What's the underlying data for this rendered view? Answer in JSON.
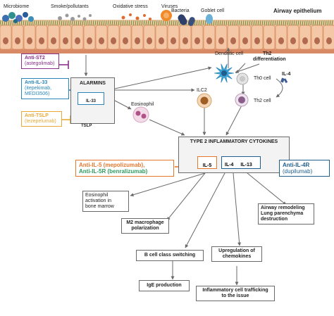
{
  "epithelium": {
    "top_labels": [
      "Microbiome",
      "Smoke/pollutants",
      "Oxidative stress",
      "Viruses",
      "Bacteria",
      "Goblet cell"
    ],
    "airway_label": "Airway epithelium"
  },
  "alarmins": {
    "title": "ALARMINS",
    "il33": "IL-33",
    "tslp": "TSLP"
  },
  "drugs": {
    "anti_st2": {
      "name": "Anti-ST2",
      "agent": "(astegolimab)",
      "color": "#8b2f8b"
    },
    "anti_il33": {
      "name": "Anti-IL-33",
      "agent1": "(itepekimab,",
      "agent2": "MEDI3506)",
      "color": "#2a86b8"
    },
    "anti_tslp": {
      "name": "Anti-TSLP",
      "agent": "(tezepelumab)",
      "color": "#e8a93a"
    },
    "anti_il5": {
      "line1": "Anti-IL-5 (mepolizumab),",
      "line2": "Anti-IL-5R (benralizumab)",
      "color1": "#e8772e",
      "color2": "#2e9b5f"
    },
    "anti_il4r": {
      "name": "Anti-IL-4R",
      "agent": "(dupilumab)",
      "color": "#1f5f8f"
    }
  },
  "cells": {
    "dendritic": "Dendritic cell",
    "th2_diff_1": "Th2",
    "th2_diff_2": "differentiation",
    "th0": "Th0 cell",
    "il4_small": "IL-4",
    "th2": "Th2 cell",
    "ilc2": "ILC2",
    "eosinophil": "Eosinophil"
  },
  "cytokines": {
    "title": "TYPE 2 INFLAMMATORY CYTOKINES",
    "il5": "IL-5",
    "il4": "IL-4",
    "il13": "IL-13"
  },
  "outcomes": {
    "eos_act": [
      "Eosinophil",
      "activation in",
      "bone marrow"
    ],
    "m2": [
      "M2 macrophage",
      "polarization"
    ],
    "airway_remodel": [
      "Airway remodeling",
      "Lung parenchyma",
      "destruction"
    ],
    "bcell": "B cell class switching",
    "chemokines": [
      "Upregulation of",
      "chemokines"
    ],
    "ige": "IgE production",
    "trafficking": [
      "Inflammatory cell trafficking",
      "to the issue"
    ]
  }
}
